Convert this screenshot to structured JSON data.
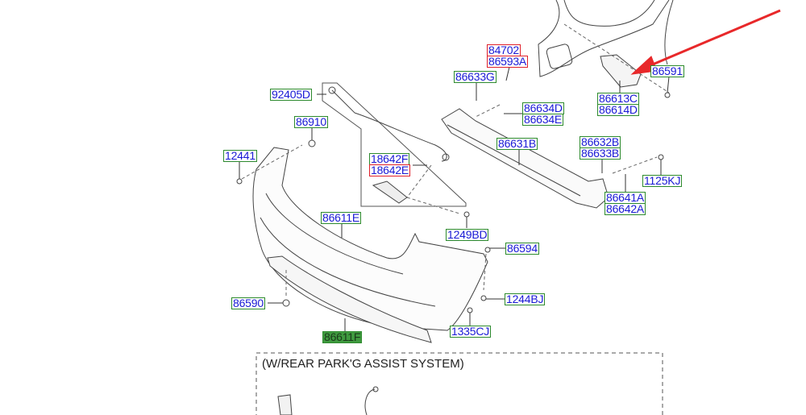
{
  "parts": [
    {
      "id": "p84702",
      "text": "84702",
      "style": "red"
    },
    {
      "id": "p86593A",
      "text": "86593A",
      "style": "red"
    },
    {
      "id": "p86633G",
      "text": "86633G",
      "style": "green"
    },
    {
      "id": "p92405D",
      "text": "92405D",
      "style": "green"
    },
    {
      "id": "p86634D",
      "text": "86634D",
      "style": "green"
    },
    {
      "id": "p86634E",
      "text": "86634E",
      "style": "green"
    },
    {
      "id": "p86910",
      "text": "86910",
      "style": "green"
    },
    {
      "id": "p86613C",
      "text": "86613C",
      "style": "green"
    },
    {
      "id": "p86614D",
      "text": "86614D",
      "style": "green"
    },
    {
      "id": "p86591",
      "text": "86591",
      "style": "green"
    },
    {
      "id": "p86631B",
      "text": "86631B",
      "style": "green"
    },
    {
      "id": "p86632B",
      "text": "86632B",
      "style": "green"
    },
    {
      "id": "p86633B",
      "text": "86633B",
      "style": "green"
    },
    {
      "id": "p12441",
      "text": "12441",
      "style": "green"
    },
    {
      "id": "p18642F",
      "text": "18642F",
      "style": "green"
    },
    {
      "id": "p18642E",
      "text": "18642E",
      "style": "red"
    },
    {
      "id": "p1125KJ",
      "text": "1125KJ",
      "style": "green"
    },
    {
      "id": "p86641A",
      "text": "86641A",
      "style": "green"
    },
    {
      "id": "p86642A",
      "text": "86642A",
      "style": "green"
    },
    {
      "id": "p86611E",
      "text": "86611E",
      "style": "green"
    },
    {
      "id": "p1249BD",
      "text": "1249BD",
      "style": "green"
    },
    {
      "id": "p86594",
      "text": "86594",
      "style": "green"
    },
    {
      "id": "p86590",
      "text": "86590",
      "style": "green"
    },
    {
      "id": "p1244BJ",
      "text": "1244BJ",
      "style": "green"
    },
    {
      "id": "p86611F",
      "text": "86611F",
      "style": "highlighted"
    },
    {
      "id": "p1335CJ",
      "text": "1335CJ",
      "style": "green"
    }
  ],
  "section_note": "(W/REAR PARK'G ASSIST SYSTEM)",
  "colors": {
    "label_text": "#1a1ad6",
    "label_border": "#2e8b2e",
    "label_red": "#e0202a",
    "arrow": "#e8282a"
  }
}
